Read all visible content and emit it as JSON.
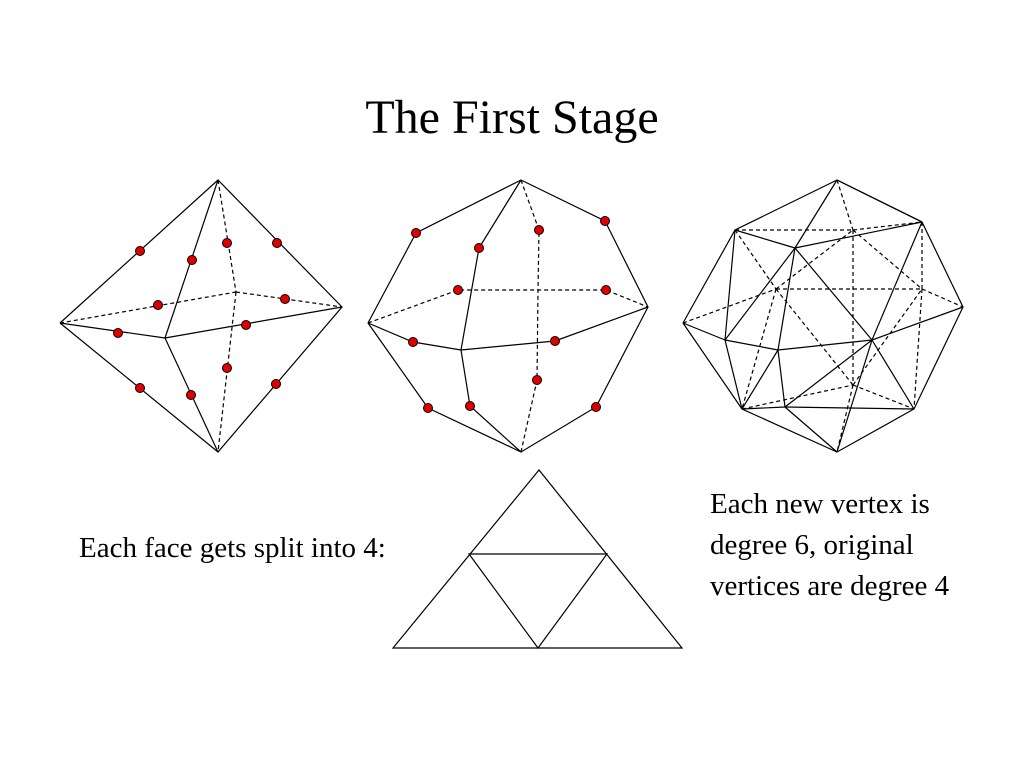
{
  "slide": {
    "title": "The First Stage",
    "caption_left": "Each face gets split into 4:",
    "caption_right_lines": [
      "Each new vertex is",
      "degree 6, original",
      "vertices are degree 4"
    ]
  },
  "colors": {
    "dot": "#e00000",
    "line": "#000000",
    "background": "#ffffff"
  }
}
